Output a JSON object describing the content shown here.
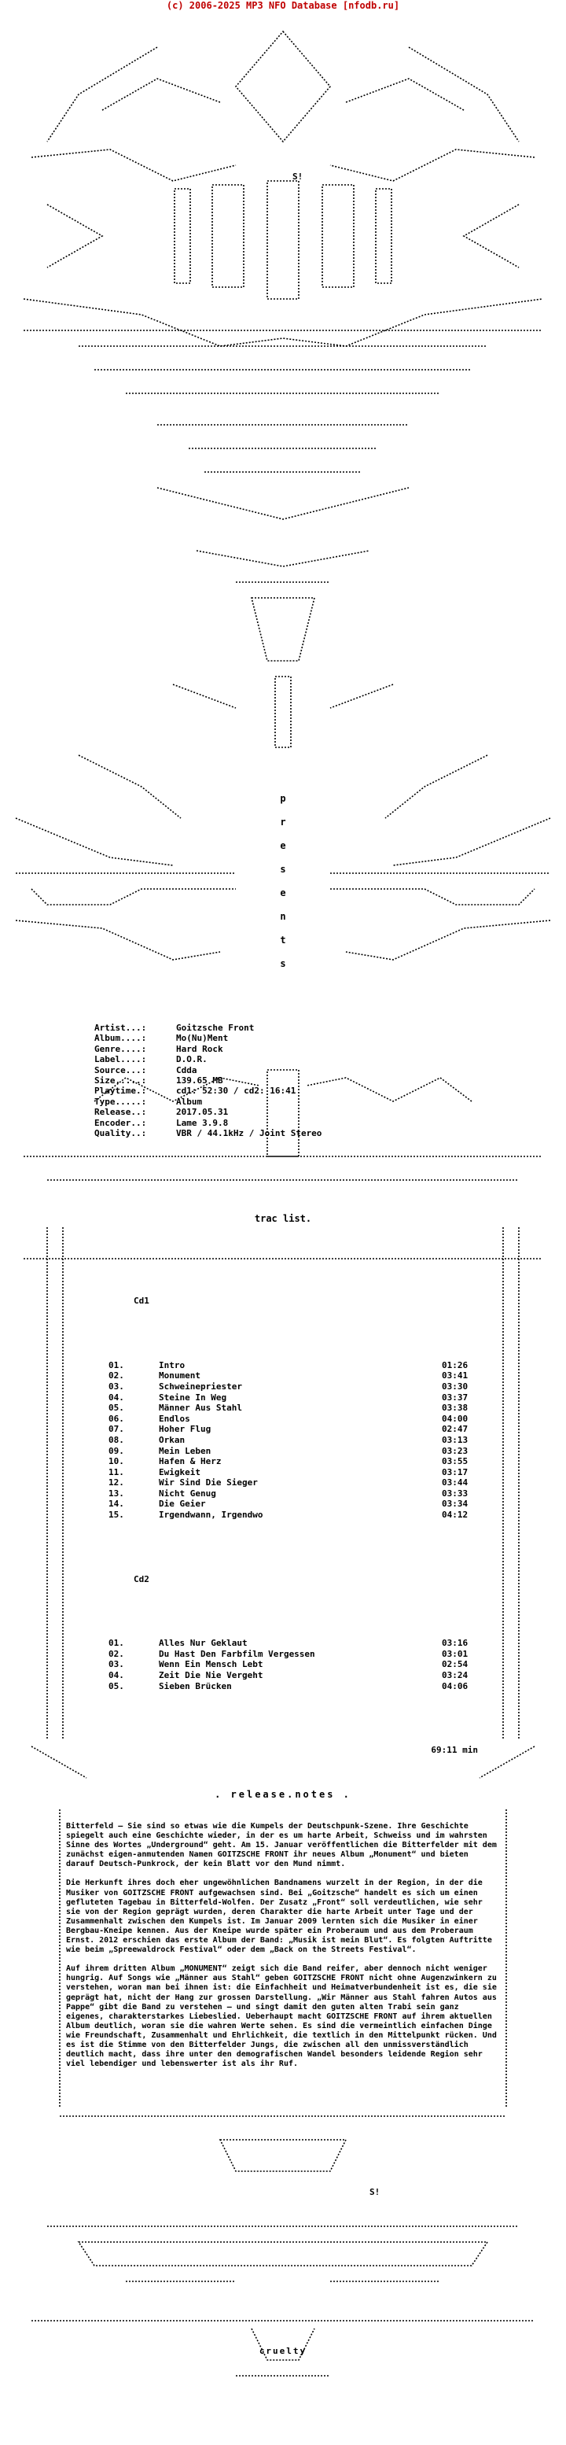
{
  "header": "(c) 2006-2025 MP3 NFO Database [nfodb.ru]",
  "presents_letters": [
    "p",
    "r",
    "e",
    "s",
    "e",
    "n",
    "t",
    "s"
  ],
  "info": [
    {
      "k": "Artist...:",
      "v": "Goitzsche Front"
    },
    {
      "k": "Album....:",
      "v": "Mo(Nu)Ment"
    },
    {
      "k": "Genre....:",
      "v": "Hard Rock"
    },
    {
      "k": "Label....:",
      "v": "D.O.R."
    },
    {
      "k": "Source...:",
      "v": "Cdda"
    },
    {
      "k": "Size.....:",
      "v": "139.65 MB"
    },
    {
      "k": "Playtime.:",
      "v": "cd1: 52:30 / cd2: 16:41"
    },
    {
      "k": "Type.....:",
      "v": "Album"
    },
    {
      "k": "Release..:",
      "v": "2017.05.31"
    },
    {
      "k": "Encoder..:",
      "v": "Lame 3.9.8"
    },
    {
      "k": "Quality..:",
      "v": "VBR / 44.1kHz / Joint Stereo"
    }
  ],
  "tracklist_title": "trac   list.",
  "cd1": {
    "title": "Cd1",
    "tracks": [
      {
        "n": "01.",
        "t": "Intro",
        "d": "01:26"
      },
      {
        "n": "02.",
        "t": "Monument",
        "d": "03:41"
      },
      {
        "n": "03.",
        "t": "Schweinepriester",
        "d": "03:30"
      },
      {
        "n": "04.",
        "t": "Steine In Weg",
        "d": "03:37"
      },
      {
        "n": "05.",
        "t": "Männer Aus Stahl",
        "d": "03:38"
      },
      {
        "n": "06.",
        "t": "Endlos",
        "d": "04:00"
      },
      {
        "n": "07.",
        "t": "Hoher Flug",
        "d": "02:47"
      },
      {
        "n": "08.",
        "t": "Orkan",
        "d": "03:13"
      },
      {
        "n": "09.",
        "t": "Mein Leben",
        "d": "03:23"
      },
      {
        "n": "10.",
        "t": "Hafen & Herz",
        "d": "03:55"
      },
      {
        "n": "11.",
        "t": "Ewigkeit",
        "d": "03:17"
      },
      {
        "n": "12.",
        "t": "Wir Sind Die Sieger",
        "d": "03:44"
      },
      {
        "n": "13.",
        "t": "Nicht Genug",
        "d": "03:33"
      },
      {
        "n": "14.",
        "t": "Die Geier",
        "d": "03:34"
      },
      {
        "n": "15.",
        "t": "Irgendwann, Irgendwo",
        "d": "04:12"
      }
    ]
  },
  "cd2": {
    "title": "Cd2",
    "tracks": [
      {
        "n": "01.",
        "t": "Alles Nur Geklaut",
        "d": "03:16"
      },
      {
        "n": "02.",
        "t": "Du Hast Den Farbfilm Vergessen",
        "d": "03:01"
      },
      {
        "n": "03.",
        "t": "Wenn Ein Mensch Lebt",
        "d": "02:54"
      },
      {
        "n": "04.",
        "t": "Zeit Die Nie Vergeht",
        "d": "03:24"
      },
      {
        "n": "05.",
        "t": "Sieben Brücken",
        "d": "04:06"
      }
    ]
  },
  "total": "69:11 min",
  "notes_title": ". release.notes .",
  "notes": [
    "Bitterfeld – Sie sind so etwas wie die Kumpels der Deutschpunk-Szene. Ihre Geschichte spiegelt auch eine Geschichte wieder, in der es um harte Arbeit, Schweiss und im wahrsten Sinne des Wortes „Underground“ geht. Am 15. Januar veröffentlichen die Bitterfelder mit dem zunächst eigen-anmutenden Namen GOITZSCHE FRONT ihr neues Album „Monument“ und bieten darauf Deutsch-Punkrock, der kein Blatt vor den Mund nimmt.",
    "Die Herkunft ihres doch eher ungewöhnlichen Bandnamens wurzelt in der Region, in der die Musiker von GOITZSCHE FRONT aufgewachsen sind. Bei „Goitzsche“ handelt es sich um einen gefluteten Tagebau in Bitterfeld-Wolfen. Der Zusatz „Front“ soll verdeutlichen, wie sehr sie von der Region geprägt wurden, deren Charakter die harte Arbeit unter Tage und der Zusammenhalt zwischen den Kumpels ist. Im Januar 2009 lernten sich die Musiker in einer Bergbau-Kneipe kennen. Aus der Kneipe wurde später ein Proberaum und aus dem Proberaum Ernst. 2012 erschien das erste Album der Band: „Musik ist mein Blut“. Es folgten Auftritte wie beim „Spreewaldrock Festival“ oder dem „Back on the Streets Festival“.",
    "Auf ihrem dritten Album „MONUMENT“ zeigt sich die Band reifer, aber dennoch nicht weniger hungrig. Auf Songs wie „Männer aus Stahl“ geben GOITZSCHE FRONT nicht ohne Augenzwinkern zu verstehen, woran man bei ihnen ist: die Einfachheit und Heimatverbundenheit ist es, die sie geprägt hat, nicht der Hang zur grossen Darstellung. „Wir Männer aus Stahl fahren Autos aus Pappe“ gibt die Band zu verstehen – und singt damit den guten alten Trabi sein ganz eigenes, charakterstarkes Liebeslied. Ueberhaupt macht GOITZSCHE FRONT auf ihrem aktuellen Album deutlich, woran sie die wahren Werte sehen. Es sind die vermeintlich einfachen Dinge wie Freundschaft, Zusammenhalt und Ehrlichkeit, die textlich in den Mittelpunkt rücken. Und es ist die Stimme von den Bitterfelder Jungs, die zwischen all den unmissverständlich deutlich macht, dass ihre unter den demografischen Wandel besonders leidende Region sehr viel lebendiger und lebenswerter ist als ihr Ruf."
  ],
  "cruelty": "cruelty",
  "sig_top": "S!",
  "sig_footer": "S!"
}
